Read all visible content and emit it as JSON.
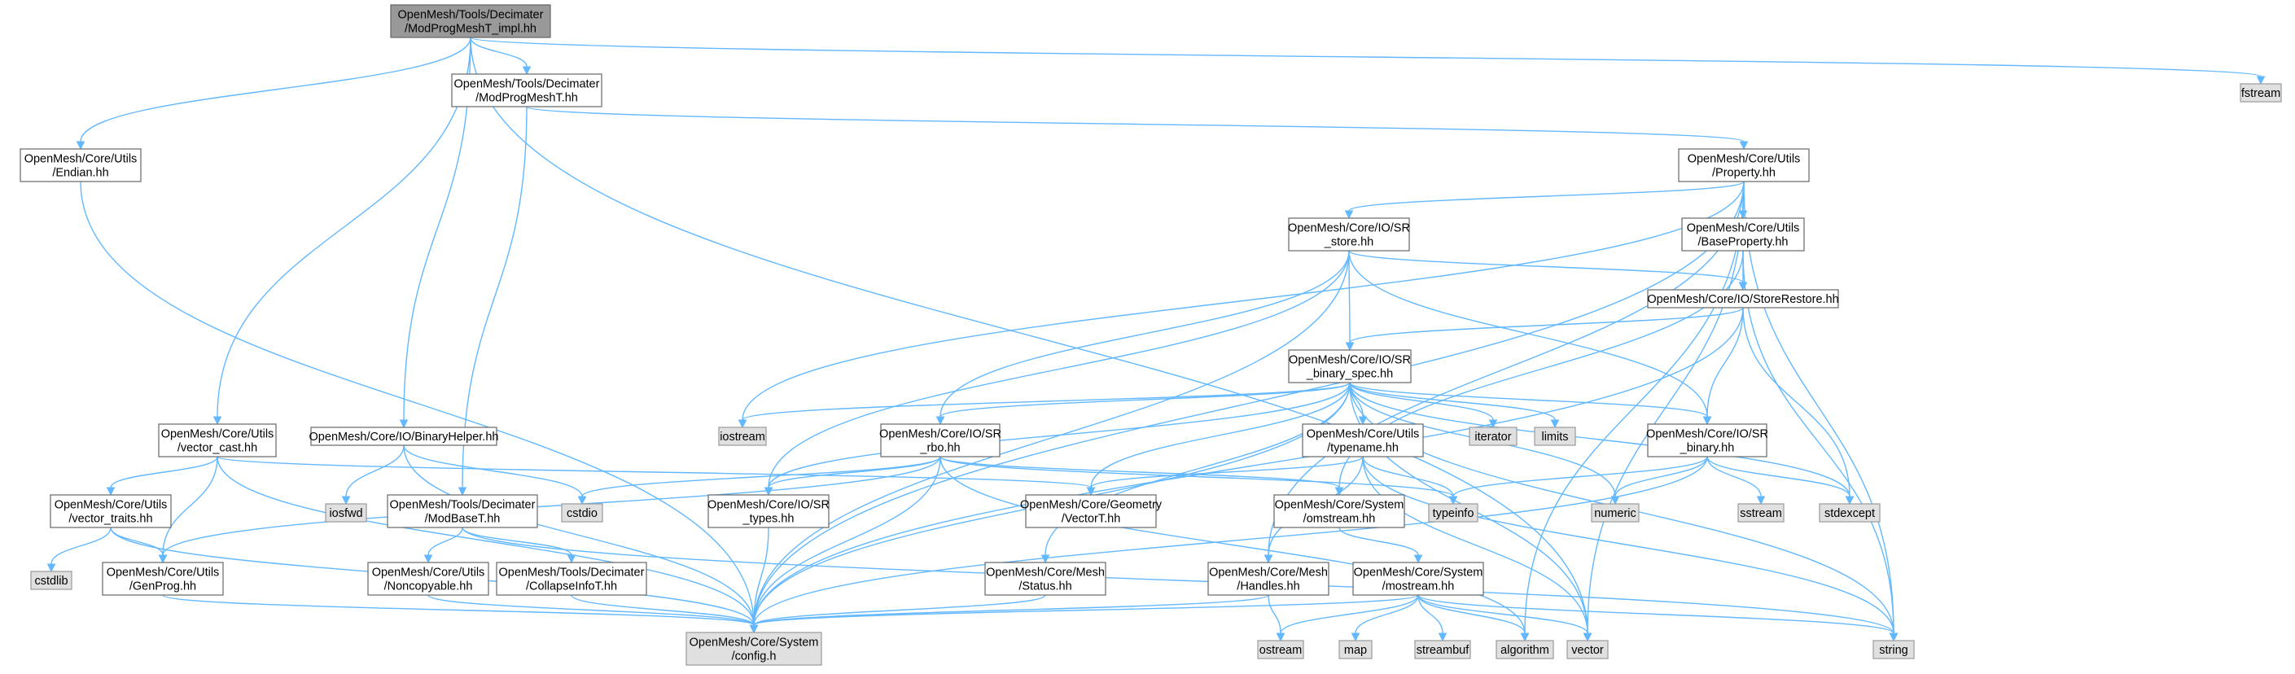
{
  "diagram": {
    "nodes": [
      {
        "id": "root",
        "lines": [
          "OpenMesh/Tools/Decimater",
          "/ModProgMeshT_impl.hh"
        ],
        "kind": "root"
      },
      {
        "id": "modprog",
        "lines": [
          "OpenMesh/Tools/Decimater",
          "/ModProgMeshT.hh"
        ],
        "kind": "hdr"
      },
      {
        "id": "fstream",
        "lines": [
          "fstream"
        ],
        "kind": "lib"
      },
      {
        "id": "endian",
        "lines": [
          "OpenMesh/Core/Utils",
          "/Endian.hh"
        ],
        "kind": "hdr"
      },
      {
        "id": "property",
        "lines": [
          "OpenMesh/Core/Utils",
          "/Property.hh"
        ],
        "kind": "hdr"
      },
      {
        "id": "srstore",
        "lines": [
          "OpenMesh/Core/IO/SR",
          "_store.hh"
        ],
        "kind": "hdr"
      },
      {
        "id": "baseprop",
        "lines": [
          "OpenMesh/Core/Utils",
          "/BaseProperty.hh"
        ],
        "kind": "hdr"
      },
      {
        "id": "storerestore",
        "lines": [
          "OpenMesh/Core/IO/StoreRestore.hh"
        ],
        "kind": "hdr"
      },
      {
        "id": "binspec",
        "lines": [
          "OpenMesh/Core/IO/SR",
          "_binary_spec.hh"
        ],
        "kind": "hdr"
      },
      {
        "id": "vcast",
        "lines": [
          "OpenMesh/Core/Utils",
          "/vector_cast.hh"
        ],
        "kind": "hdr"
      },
      {
        "id": "binhelper",
        "lines": [
          "OpenMesh/Core/IO/BinaryHelper.hh"
        ],
        "kind": "hdr"
      },
      {
        "id": "iostream",
        "lines": [
          "iostream"
        ],
        "kind": "lib"
      },
      {
        "id": "srrbo",
        "lines": [
          "OpenMesh/Core/IO/SR",
          "_rbo.hh"
        ],
        "kind": "hdr"
      },
      {
        "id": "typename",
        "lines": [
          "OpenMesh/Core/Utils",
          "/typename.hh"
        ],
        "kind": "hdr"
      },
      {
        "id": "iterator",
        "lines": [
          "iterator"
        ],
        "kind": "lib"
      },
      {
        "id": "limits",
        "lines": [
          "limits"
        ],
        "kind": "lib"
      },
      {
        "id": "srbinary",
        "lines": [
          "OpenMesh/Core/IO/SR",
          "_binary.hh"
        ],
        "kind": "hdr"
      },
      {
        "id": "vtraits",
        "lines": [
          "OpenMesh/Core/Utils",
          "/vector_traits.hh"
        ],
        "kind": "hdr"
      },
      {
        "id": "iosfwd",
        "lines": [
          "iosfwd"
        ],
        "kind": "lib"
      },
      {
        "id": "modbase",
        "lines": [
          "OpenMesh/Tools/Decimater",
          "/ModBaseT.hh"
        ],
        "kind": "hdr"
      },
      {
        "id": "cstdio",
        "lines": [
          "cstdio"
        ],
        "kind": "lib"
      },
      {
        "id": "srtypes",
        "lines": [
          "OpenMesh/Core/IO/SR",
          "_types.hh"
        ],
        "kind": "hdr"
      },
      {
        "id": "vectort",
        "lines": [
          "OpenMesh/Core/Geometry",
          "/VectorT.hh"
        ],
        "kind": "hdr"
      },
      {
        "id": "omstream",
        "lines": [
          "OpenMesh/Core/System",
          "/omstream.hh"
        ],
        "kind": "hdr"
      },
      {
        "id": "typeinfo",
        "lines": [
          "typeinfo"
        ],
        "kind": "lib"
      },
      {
        "id": "numeric",
        "lines": [
          "numeric"
        ],
        "kind": "lib"
      },
      {
        "id": "sstream",
        "lines": [
          "sstream"
        ],
        "kind": "lib"
      },
      {
        "id": "stdexcept",
        "lines": [
          "stdexcept"
        ],
        "kind": "lib"
      },
      {
        "id": "cstdlib",
        "lines": [
          "cstdlib"
        ],
        "kind": "lib"
      },
      {
        "id": "genprog",
        "lines": [
          "OpenMesh/Core/Utils",
          "/GenProg.hh"
        ],
        "kind": "hdr"
      },
      {
        "id": "noncopy",
        "lines": [
          "OpenMesh/Core/Utils",
          "/Noncopyable.hh"
        ],
        "kind": "hdr"
      },
      {
        "id": "collapse",
        "lines": [
          "OpenMesh/Tools/Decimater",
          "/CollapseInfoT.hh"
        ],
        "kind": "hdr"
      },
      {
        "id": "status",
        "lines": [
          "OpenMesh/Core/Mesh",
          "/Status.hh"
        ],
        "kind": "hdr"
      },
      {
        "id": "handles",
        "lines": [
          "OpenMesh/Core/Mesh",
          "/Handles.hh"
        ],
        "kind": "hdr"
      },
      {
        "id": "mostream",
        "lines": [
          "OpenMesh/Core/System",
          "/mostream.hh"
        ],
        "kind": "hdr"
      },
      {
        "id": "config",
        "lines": [
          "OpenMesh/Core/System",
          "/config.h"
        ],
        "kind": "lib"
      },
      {
        "id": "ostream",
        "lines": [
          "ostream"
        ],
        "kind": "lib"
      },
      {
        "id": "map",
        "lines": [
          "map"
        ],
        "kind": "lib"
      },
      {
        "id": "streambuf",
        "lines": [
          "streambuf"
        ],
        "kind": "lib"
      },
      {
        "id": "algorithm",
        "lines": [
          "algorithm"
        ],
        "kind": "lib"
      },
      {
        "id": "vector",
        "lines": [
          "vector"
        ],
        "kind": "lib"
      },
      {
        "id": "string",
        "lines": [
          "string"
        ],
        "kind": "lib"
      }
    ],
    "edges": [
      [
        "root",
        "modprog"
      ],
      [
        "root",
        "fstream"
      ],
      [
        "root",
        "endian"
      ],
      [
        "root",
        "vcast"
      ],
      [
        "root",
        "binhelper"
      ],
      [
        "root",
        "vector"
      ],
      [
        "modprog",
        "property"
      ],
      [
        "modprog",
        "modbase"
      ],
      [
        "endian",
        "config"
      ],
      [
        "property",
        "srstore"
      ],
      [
        "property",
        "baseprop"
      ],
      [
        "property",
        "iostream"
      ],
      [
        "property",
        "config"
      ],
      [
        "property",
        "string"
      ],
      [
        "property",
        "vector"
      ],
      [
        "property",
        "algorithm"
      ],
      [
        "property",
        "handles"
      ],
      [
        "srstore",
        "storerestore"
      ],
      [
        "srstore",
        "binspec"
      ],
      [
        "srstore",
        "srrbo"
      ],
      [
        "srstore",
        "srtypes"
      ],
      [
        "srstore",
        "srbinary"
      ],
      [
        "srstore",
        "config"
      ],
      [
        "baseprop",
        "storerestore"
      ],
      [
        "baseprop",
        "omstream"
      ],
      [
        "baseprop",
        "string"
      ],
      [
        "storerestore",
        "binspec"
      ],
      [
        "storerestore",
        "srbinary"
      ],
      [
        "storerestore",
        "stdexcept"
      ],
      [
        "storerestore",
        "config"
      ],
      [
        "binspec",
        "iostream"
      ],
      [
        "binspec",
        "srrbo"
      ],
      [
        "binspec",
        "typename"
      ],
      [
        "binspec",
        "iterator"
      ],
      [
        "binspec",
        "limits"
      ],
      [
        "binspec",
        "srbinary"
      ],
      [
        "binspec",
        "srtypes"
      ],
      [
        "binspec",
        "vectort"
      ],
      [
        "binspec",
        "status"
      ],
      [
        "binspec",
        "config"
      ],
      [
        "binspec",
        "numeric"
      ],
      [
        "binspec",
        "stdexcept"
      ],
      [
        "binspec",
        "string"
      ],
      [
        "binspec",
        "vector"
      ],
      [
        "vcast",
        "vtraits"
      ],
      [
        "vcast",
        "genprog"
      ],
      [
        "vcast",
        "vectort"
      ],
      [
        "vcast",
        "config"
      ],
      [
        "binhelper",
        "iosfwd"
      ],
      [
        "binhelper",
        "cstdio"
      ],
      [
        "binhelper",
        "config"
      ],
      [
        "srrbo",
        "cstdio"
      ],
      [
        "srrbo",
        "srtypes"
      ],
      [
        "srrbo",
        "omstream"
      ],
      [
        "srrbo",
        "genprog"
      ],
      [
        "srrbo",
        "config"
      ],
      [
        "srrbo",
        "typeinfo"
      ],
      [
        "srrbo",
        "algorithm"
      ],
      [
        "typename",
        "vectort"
      ],
      [
        "typename",
        "handles"
      ],
      [
        "typename",
        "typeinfo"
      ],
      [
        "typename",
        "vector"
      ],
      [
        "typename",
        "string"
      ],
      [
        "srbinary",
        "typeinfo"
      ],
      [
        "srbinary",
        "numeric"
      ],
      [
        "srbinary",
        "sstream"
      ],
      [
        "srbinary",
        "stdexcept"
      ],
      [
        "srbinary",
        "config"
      ],
      [
        "vtraits",
        "cstdlib"
      ],
      [
        "vtraits",
        "genprog"
      ],
      [
        "vtraits",
        "config"
      ],
      [
        "modbase",
        "noncopy"
      ],
      [
        "modbase",
        "collapse"
      ],
      [
        "modbase",
        "string"
      ],
      [
        "srtypes",
        "config"
      ],
      [
        "omstream",
        "mostream"
      ],
      [
        "genprog",
        "config"
      ],
      [
        "noncopy",
        "config"
      ],
      [
        "collapse",
        "config"
      ],
      [
        "status",
        "config"
      ],
      [
        "handles",
        "ostream"
      ],
      [
        "handles",
        "config"
      ],
      [
        "mostream",
        "ostream"
      ],
      [
        "mostream",
        "map"
      ],
      [
        "mostream",
        "streambuf"
      ],
      [
        "mostream",
        "algorithm"
      ],
      [
        "mostream",
        "vector"
      ],
      [
        "mostream",
        "string"
      ],
      [
        "mostream",
        "config"
      ]
    ]
  }
}
